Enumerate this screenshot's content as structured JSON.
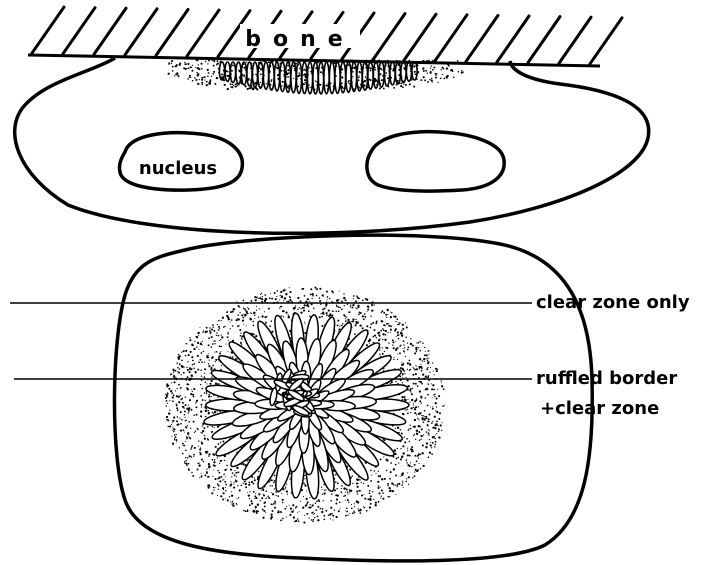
{
  "labels": {
    "bone": "bone",
    "nucleus": "nucleus",
    "clear_zone_only": "clear zone only",
    "ruffled_border": "ruffled border",
    "plus_clear_zone": "+clear zone"
  },
  "colors": {
    "ink": "#000000",
    "background": "#ffffff"
  }
}
